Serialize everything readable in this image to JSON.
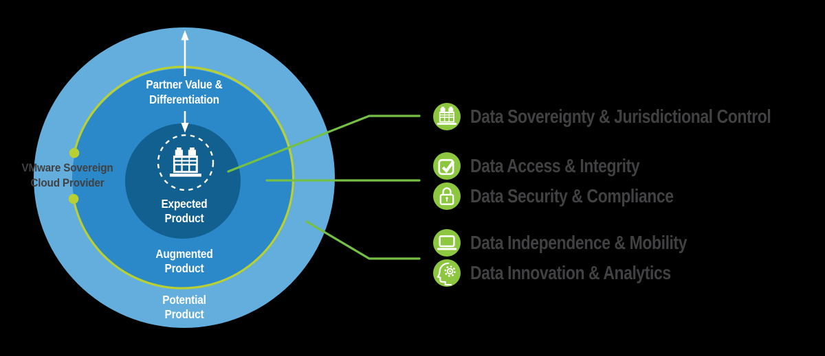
{
  "title": "VMware Sovereign Cloud Provider product circles diagram",
  "provider": {
    "label": "VMware Sovereign\nCloud Provider"
  },
  "arrow": {
    "label": "Partner Value &\nDifferentiation"
  },
  "rings": {
    "inner_label": "Expected\nProduct",
    "middle_label": "Augmented\nProduct",
    "outer_label": "Potential\nProduct",
    "center_icon": "building-icon"
  },
  "legend": {
    "items": [
      {
        "icon": "building-icon",
        "label": "Data Sovereignty & Jurisdictional Control"
      },
      {
        "icon": "checkbox-check-icon",
        "label": "Data Access & Integrity"
      },
      {
        "icon": "lock-icon",
        "label": "Data Security & Compliance"
      },
      {
        "icon": "laptop-icon",
        "label": "Data Independence & Mobility"
      },
      {
        "icon": "head-gear-icon",
        "label": "Data Innovation & Analytics"
      }
    ]
  },
  "colors": {
    "background": "#000000",
    "outer_ring": "#63aedd",
    "middle_ring": "#2b89c9",
    "inner_circle": "#12608f",
    "accent_arc": "#b9d032",
    "connector_line": "#74c044",
    "legend_icon_bg": "#8dc63f",
    "dark_text": "#414042",
    "white": "#ffffff"
  }
}
